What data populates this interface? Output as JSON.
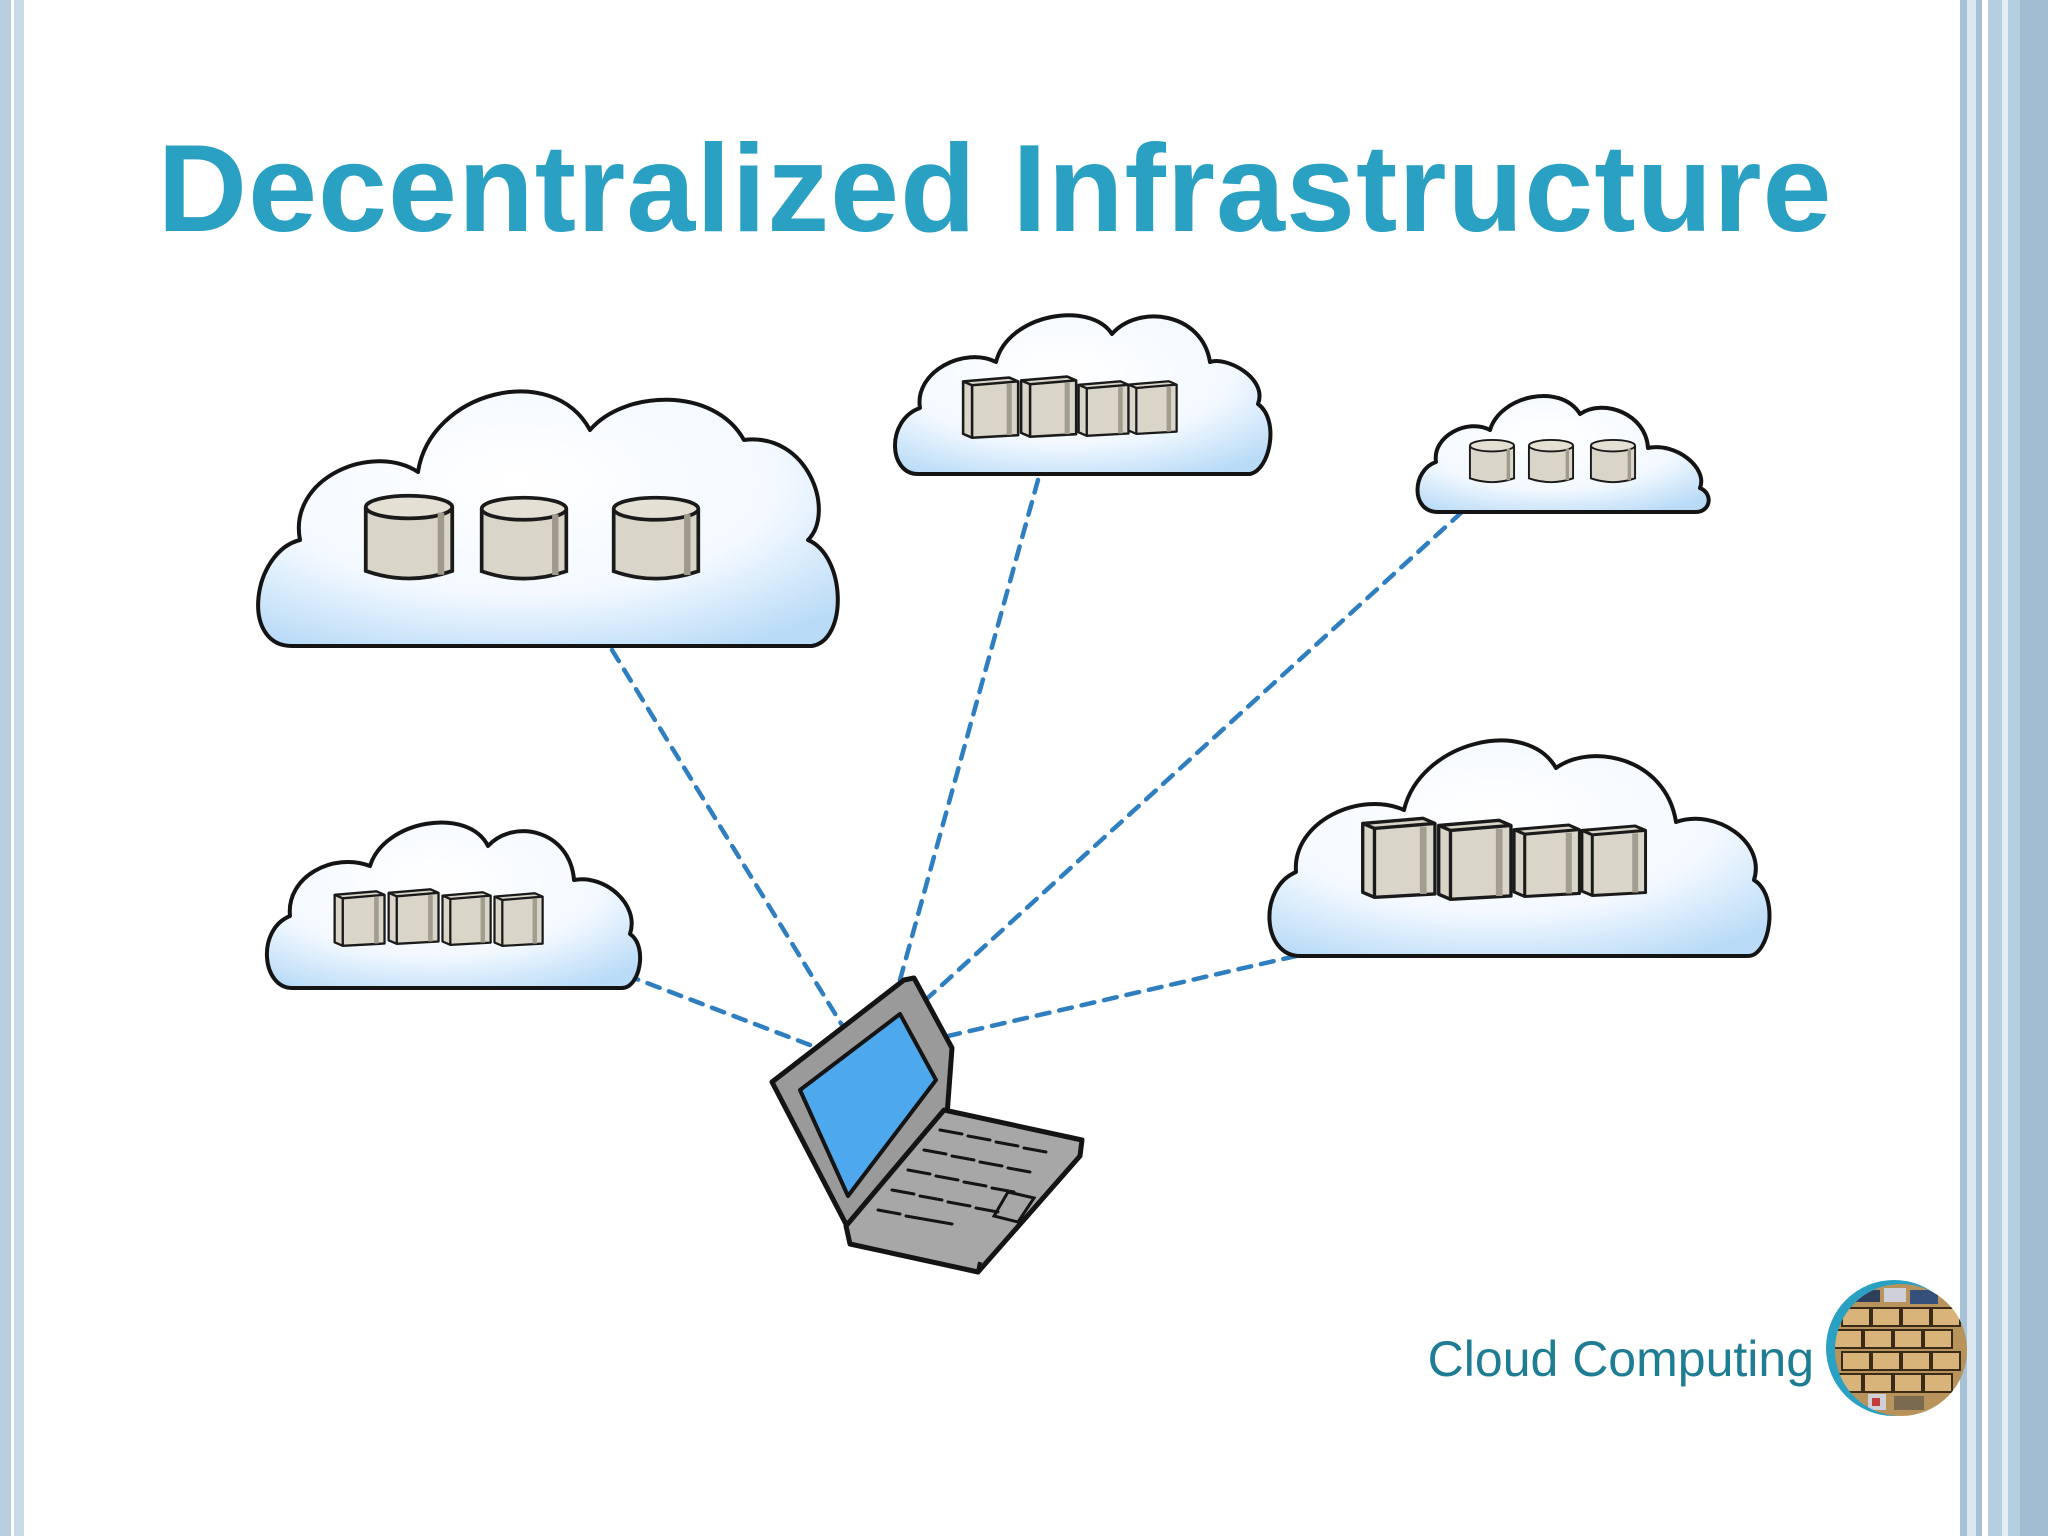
{
  "slide": {
    "title": "Decentralized Infrastructure",
    "footer_label": "Cloud Computing"
  },
  "diagram": {
    "clouds": [
      {
        "name": "cloud-large-top-left",
        "contents": "database-cylinders",
        "count": 3
      },
      {
        "name": "cloud-top-center",
        "contents": "server-racks",
        "count": 4
      },
      {
        "name": "cloud-top-right",
        "contents": "database-cylinders",
        "count": 3
      },
      {
        "name": "cloud-lower-left",
        "contents": "server-racks",
        "count": 4
      },
      {
        "name": "cloud-lower-right",
        "contents": "server-racks",
        "count": 4
      }
    ],
    "client": {
      "name": "laptop",
      "icon": "laptop-icon"
    },
    "connections": "dashed-lines"
  },
  "colors": {
    "title": "#2aa0c3",
    "footer_text": "#1e7c93",
    "connector": "#2f7fc0",
    "cloud_fill": "#dcecfa",
    "device_fill": "#d9d5c8",
    "laptop_screen": "#4ea8ee",
    "laptop_body": "#9a9a9a"
  }
}
